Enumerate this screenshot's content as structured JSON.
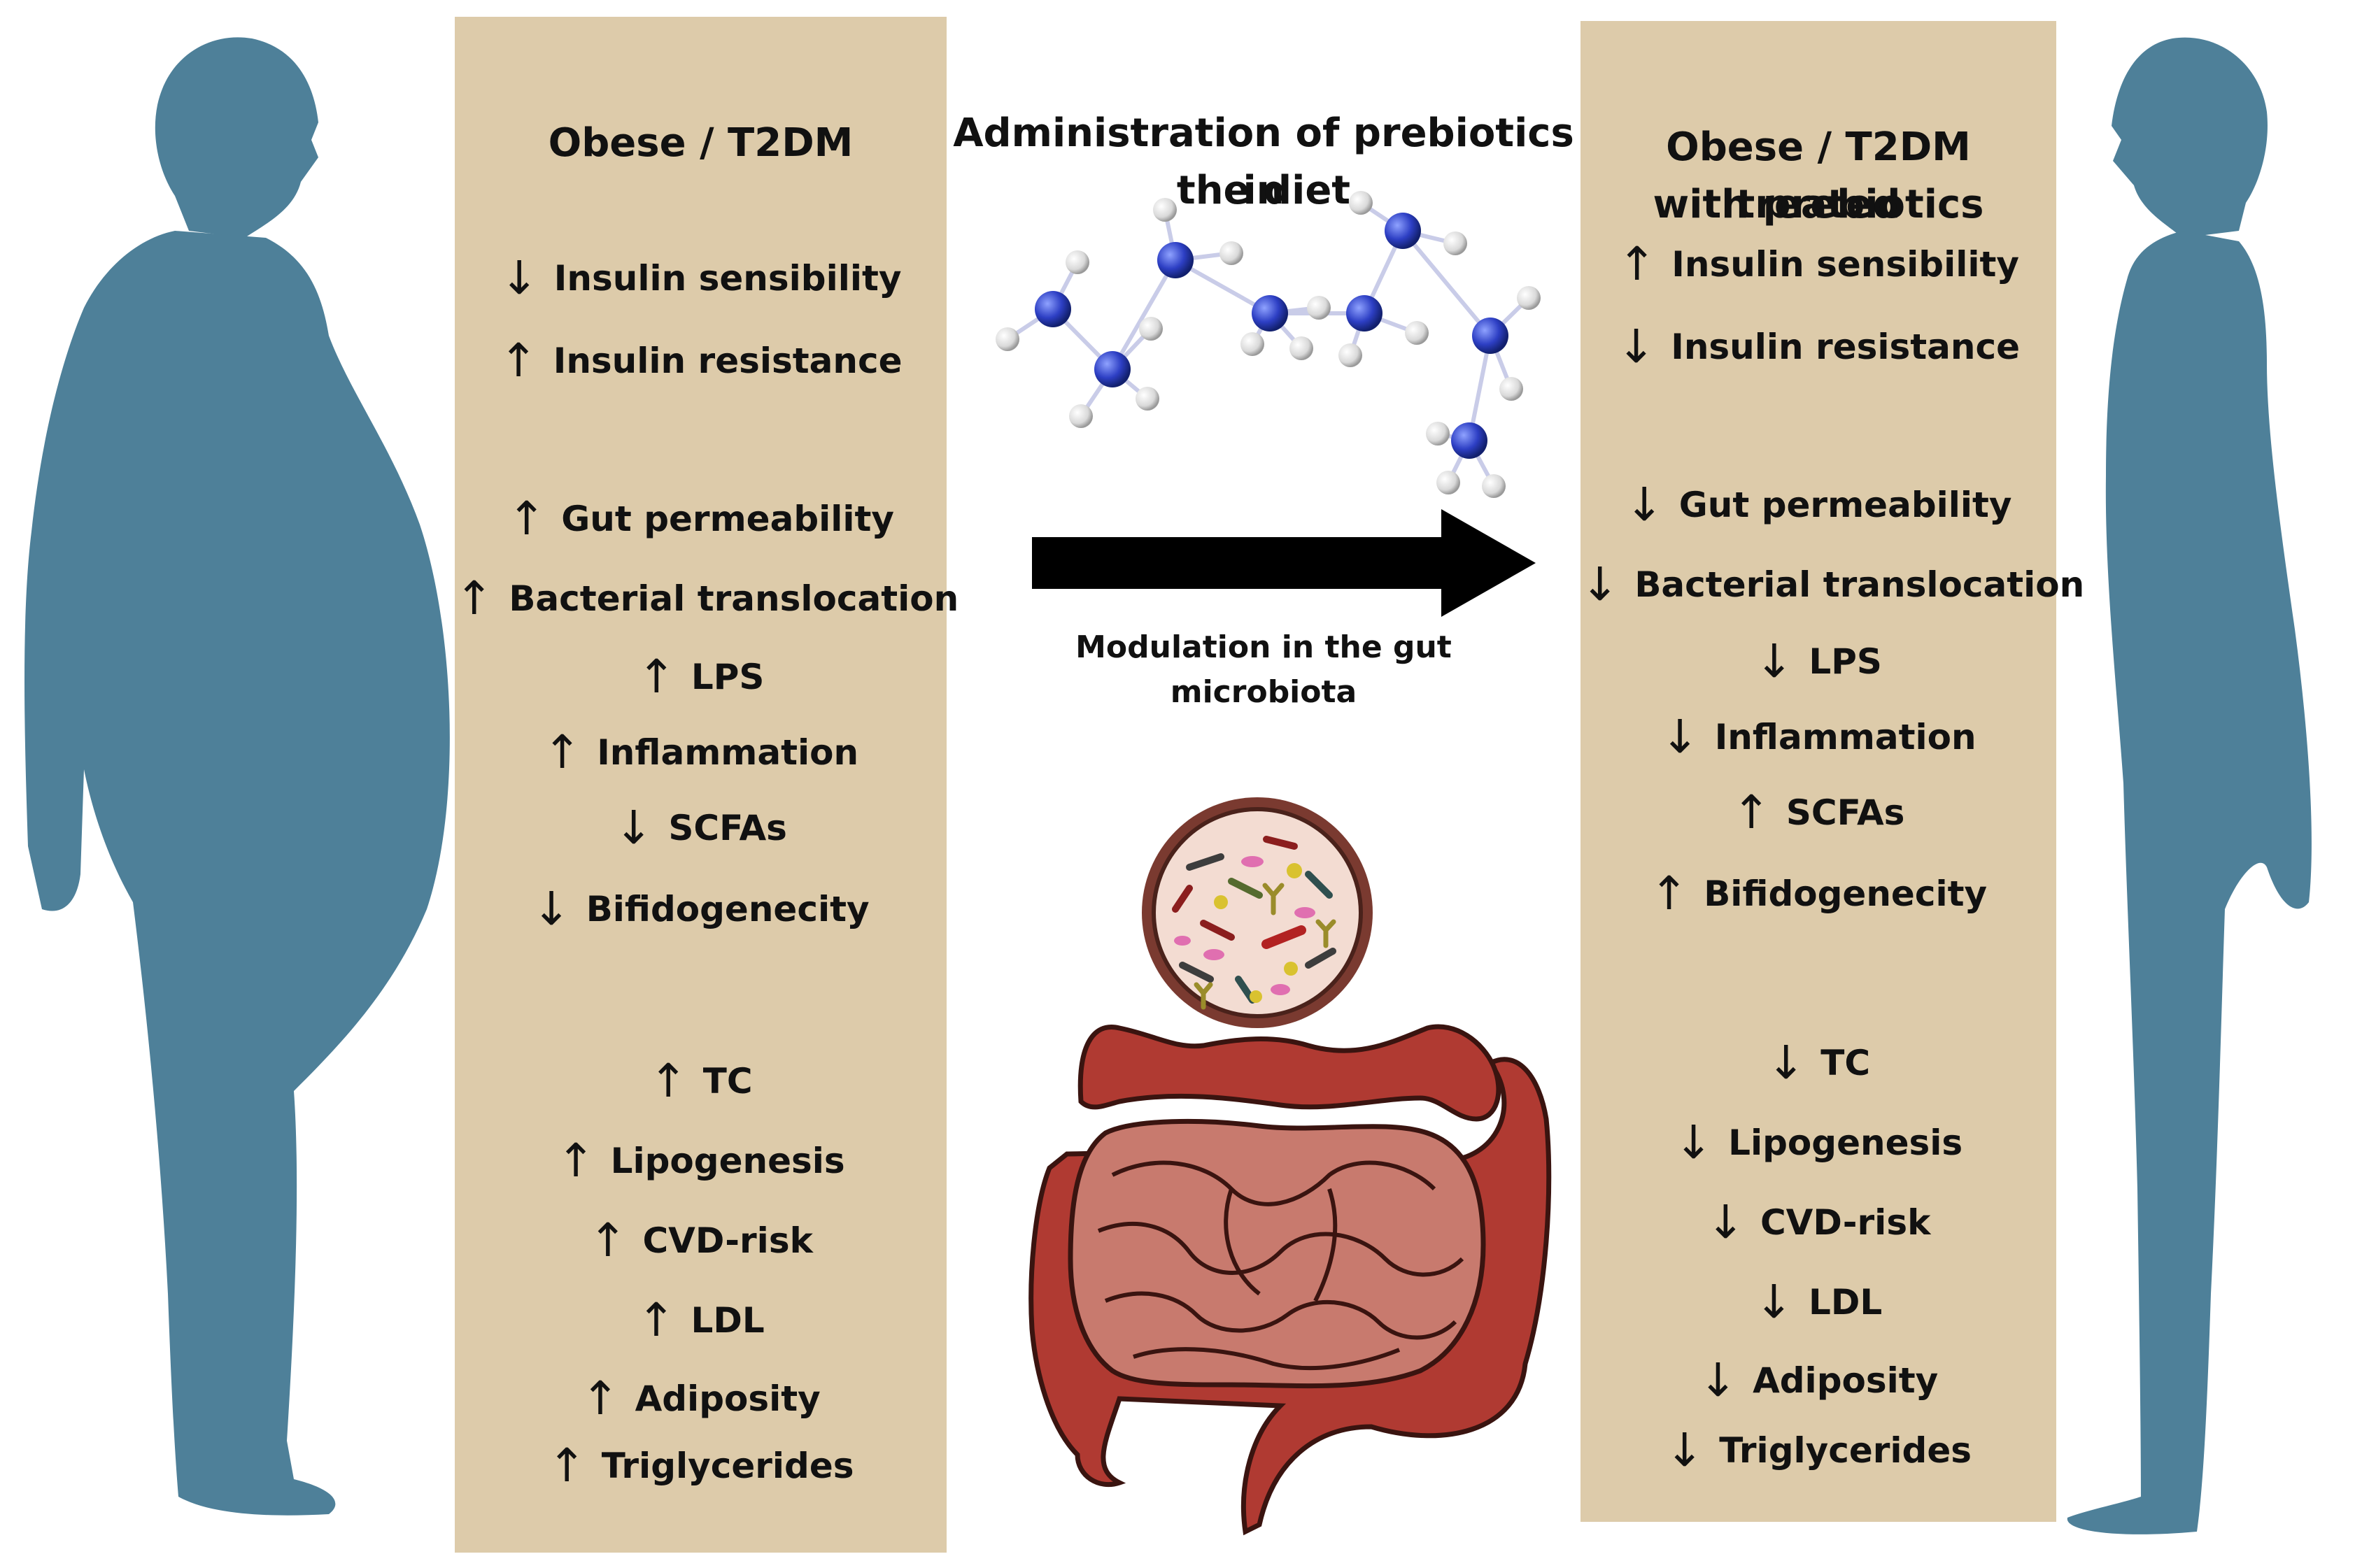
{
  "left_panel": {
    "title": "Obese / T2DM",
    "items": [
      {
        "dir": "↓",
        "label": "Insulin sensibility"
      },
      {
        "dir": "↑",
        "label": "Insulin resistance"
      },
      {
        "dir": "↑",
        "label": "Gut permeability"
      },
      {
        "dir": "↑",
        "label": "Bacterial translocation"
      },
      {
        "dir": "↑",
        "label": "LPS"
      },
      {
        "dir": "↑",
        "label": "Inflammation"
      },
      {
        "dir": "↓",
        "label": "SCFAs"
      },
      {
        "dir": "↓",
        "label": "Bifidogenecity"
      },
      {
        "dir": "↑",
        "label": "TC"
      },
      {
        "dir": "↑",
        "label": "Lipogenesis"
      },
      {
        "dir": "↑",
        "label": "CVD-risk"
      },
      {
        "dir": "↑",
        "label": "LDL"
      },
      {
        "dir": "↑",
        "label": "Adiposity"
      },
      {
        "dir": "↑",
        "label": "Triglycerides"
      }
    ]
  },
  "right_panel": {
    "title_line1": "Obese / T2DM treated",
    "title_line2": "with prebiotics",
    "items": [
      {
        "dir": "↑",
        "label": "Insulin sensibility"
      },
      {
        "dir": "↓",
        "label": "Insulin resistance"
      },
      {
        "dir": "↓",
        "label": "Gut permeability"
      },
      {
        "dir": "↓",
        "label": "Bacterial translocation"
      },
      {
        "dir": "↓",
        "label": "LPS"
      },
      {
        "dir": "↓",
        "label": "Inflammation"
      },
      {
        "dir": "↑",
        "label": "SCFAs"
      },
      {
        "dir": "↑",
        "label": "Bifidogenecity"
      },
      {
        "dir": "↓",
        "label": "TC"
      },
      {
        "dir": "↓",
        "label": "Lipogenesis"
      },
      {
        "dir": "↓",
        "label": "CVD-risk"
      },
      {
        "dir": "↓",
        "label": "LDL"
      },
      {
        "dir": "↓",
        "label": "Adiposity"
      },
      {
        "dir": "↓",
        "label": "Triglycerides"
      }
    ]
  },
  "center": {
    "heading_line1": "Administration of prebiotics in",
    "heading_line2": "the diet",
    "caption_line1": "Modulation in the gut",
    "caption_line2": "microbiota"
  },
  "colors": {
    "panel": "#ddcbaa",
    "silhouette": "#4e8099",
    "intestine": "#b03a32",
    "small_intestine": "#c87a6e",
    "molecule_node": "#2d3fc4"
  },
  "icons": [
    "obese-person-silhouette",
    "thin-person-silhouette",
    "prebiotic-molecule",
    "microbiota-circle",
    "intestine"
  ]
}
